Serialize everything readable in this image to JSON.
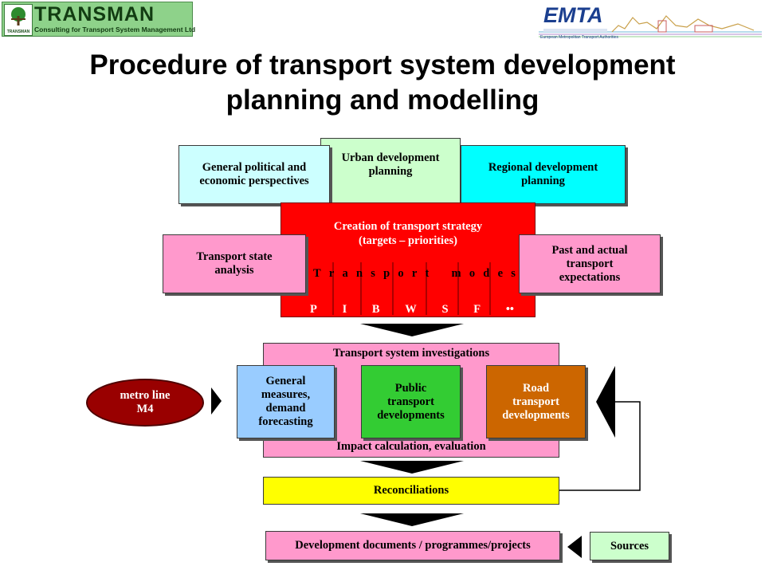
{
  "header": {
    "transman_logo": {
      "mark_label": "TRANSMAN",
      "name": "TRANSMAN",
      "tagline": "Consulting for Transport System Management Ltd"
    },
    "emta_logo": {
      "name": "EMTA",
      "subtitle": "European Metropolitan Transport Authorities"
    }
  },
  "title": {
    "line1": "Procedure of transport system development",
    "line2": "planning and modelling"
  },
  "diagram": {
    "top_inputs": {
      "political": {
        "line1": "General political and",
        "line2": "economic perspectives"
      },
      "urban": {
        "line1": "Urban development",
        "line2": "planning"
      },
      "regional": {
        "line1": "Regional development",
        "line2": "planning"
      }
    },
    "strategy": {
      "line1": "Creation of transport strategy",
      "line2": "(targets – priorities)",
      "modes_letters": [
        "T",
        "r",
        "a",
        "n",
        "s",
        "p",
        "o",
        "r",
        "t",
        "m",
        "o",
        "d",
        "e",
        "s"
      ],
      "mode_abbreviations": [
        "P",
        "I",
        "B",
        "W",
        "S",
        "F",
        "••"
      ]
    },
    "side_inputs": {
      "state_analysis": {
        "line1": "Transport state",
        "line2": "analysis"
      },
      "expectations": {
        "line1": "Past and actual",
        "line2": "transport",
        "line3": "expectations"
      }
    },
    "investigations": {
      "title": "Transport system investigations",
      "impact": "Impact calculation, evaluation",
      "general": {
        "line1": "General",
        "line2": "measures,",
        "line3": "demand",
        "line4": "forecasting"
      },
      "public": {
        "line1": "Public",
        "line2": "transport",
        "line3": "developments"
      },
      "road": {
        "line1": "Road",
        "line2": "transport",
        "line3": "developments"
      }
    },
    "external_input": {
      "line1": "metro line",
      "line2": "M4"
    },
    "reconciliations": "Reconciliations",
    "development_documents": "Development documents / programmes/projects",
    "sources": "Sources"
  },
  "colors": {
    "strategy_red": "#ff0000",
    "pink": "#ff99cc",
    "cyan": "#00ffff",
    "light_cyan": "#ccffff",
    "light_green": "#ccffcc",
    "blue": "#99ccff",
    "green": "#33cc33",
    "orange": "#cc6600",
    "yellow": "#ffff00",
    "dark_red": "#990000"
  }
}
